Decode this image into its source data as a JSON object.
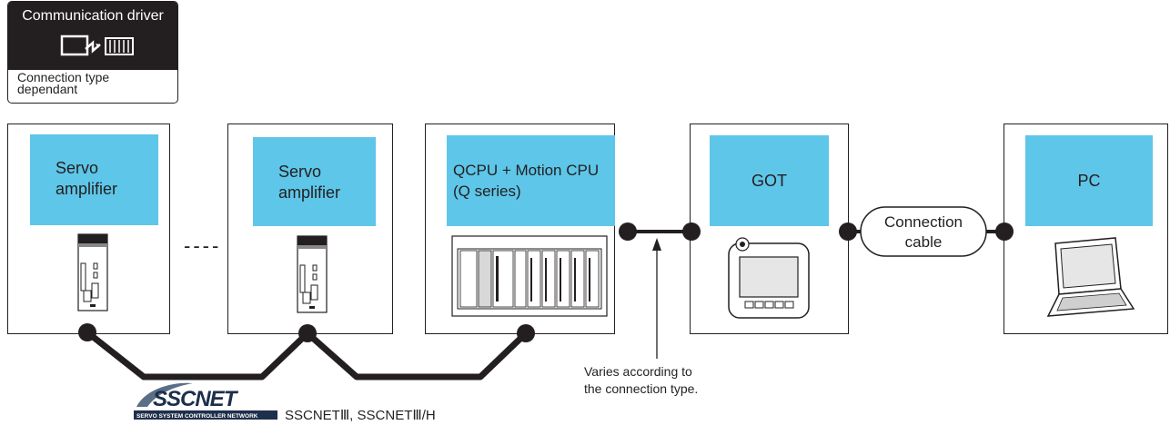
{
  "driver_badge": {
    "title": "Communication driver",
    "subtitle": "Connection type dependant"
  },
  "devices": [
    {
      "label_line1": "Servo",
      "label_line2": "amplifier"
    },
    {
      "label_line1": "Servo",
      "label_line2": "amplifier"
    },
    {
      "label_line1": "QCPU + Motion CPU",
      "label_line2": "(Q series)"
    },
    {
      "label_line1": "GOT"
    },
    {
      "label_line1": "PC"
    }
  ],
  "ellipsis": "----",
  "cable": {
    "line1": "Connection",
    "line2": "cable"
  },
  "note": {
    "line1": "Varies according to",
    "line2": "the connection type."
  },
  "network": {
    "logo_text": "SSCNET",
    "logo_subtext": "SERVO SYSTEM CONTROLLER NETWORK",
    "label": "SSCNETⅢ, SSCNETⅢ/H"
  },
  "colors": {
    "accent_blue": "#5ec6e8",
    "line": "#231f20"
  }
}
